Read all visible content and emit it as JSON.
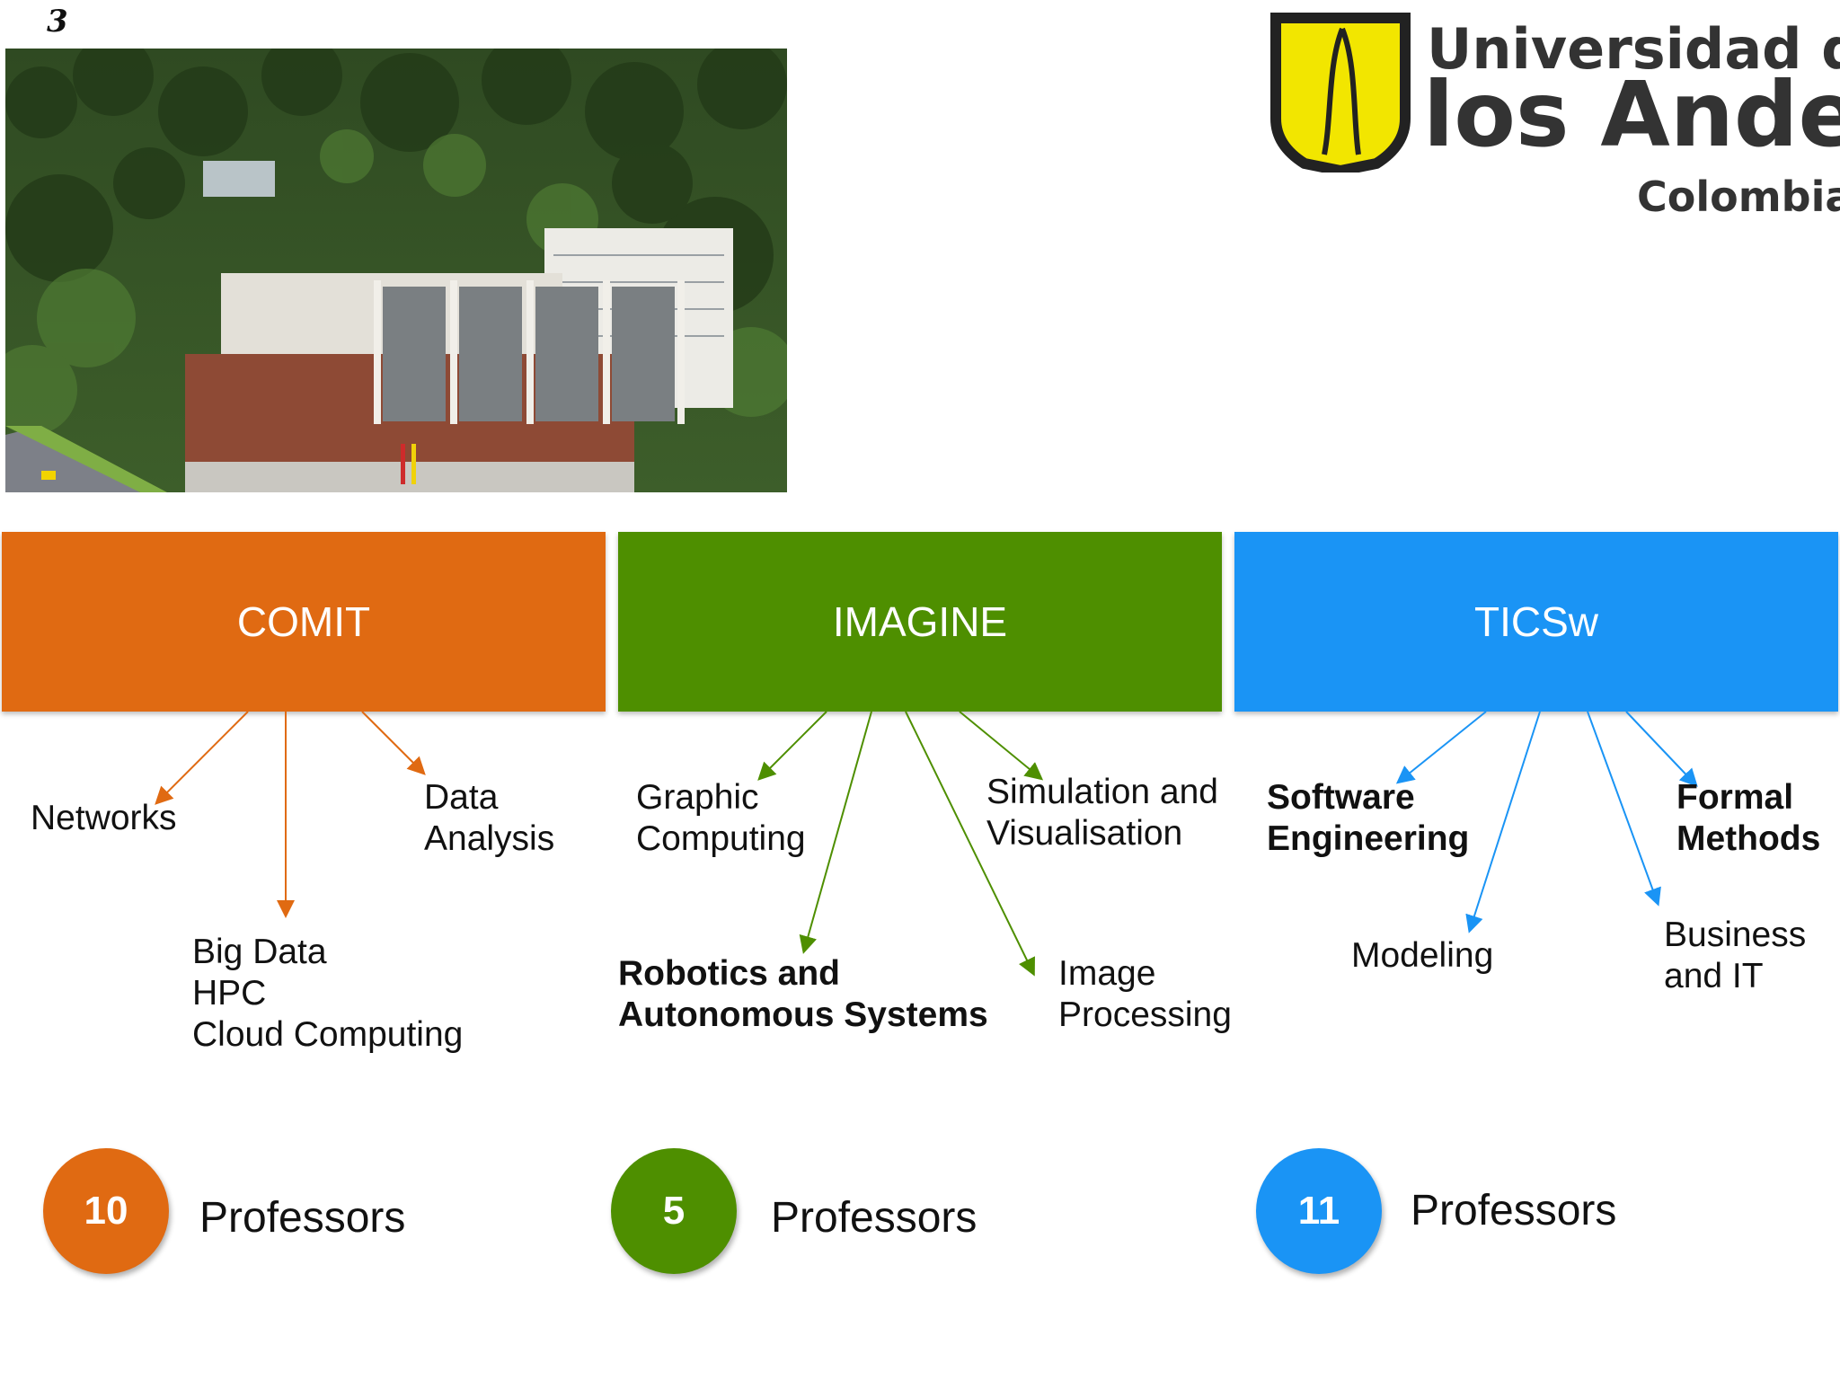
{
  "slide_number": "3",
  "logo": {
    "line1": "Universidad de",
    "line2": "los Andes",
    "line3": "Colombia",
    "shield_color": "#f2e600",
    "outline_color": "#222222"
  },
  "groups": [
    {
      "name": "COMIT",
      "color": "#e06a12",
      "topics": [
        "Networks",
        "Data\nAnalysis",
        "Big Data\nHPC\nCloud Computing"
      ],
      "count": "10",
      "count_label": "Professors"
    },
    {
      "name": "IMAGINE",
      "color": "#4e8f00",
      "topics": [
        "Graphic\nComputing",
        "Simulation and\nVisualisation",
        "Robotics and\nAutonomous Systems",
        "Image\nProcessing"
      ],
      "count": "5",
      "count_label": "Professors"
    },
    {
      "name": "TICSw",
      "color": "#1a94f5",
      "topics": [
        "Software\nEngineering",
        "Formal\nMethods",
        "Modeling",
        "Business\nand IT"
      ],
      "count": "11",
      "count_label": "Professors"
    }
  ]
}
